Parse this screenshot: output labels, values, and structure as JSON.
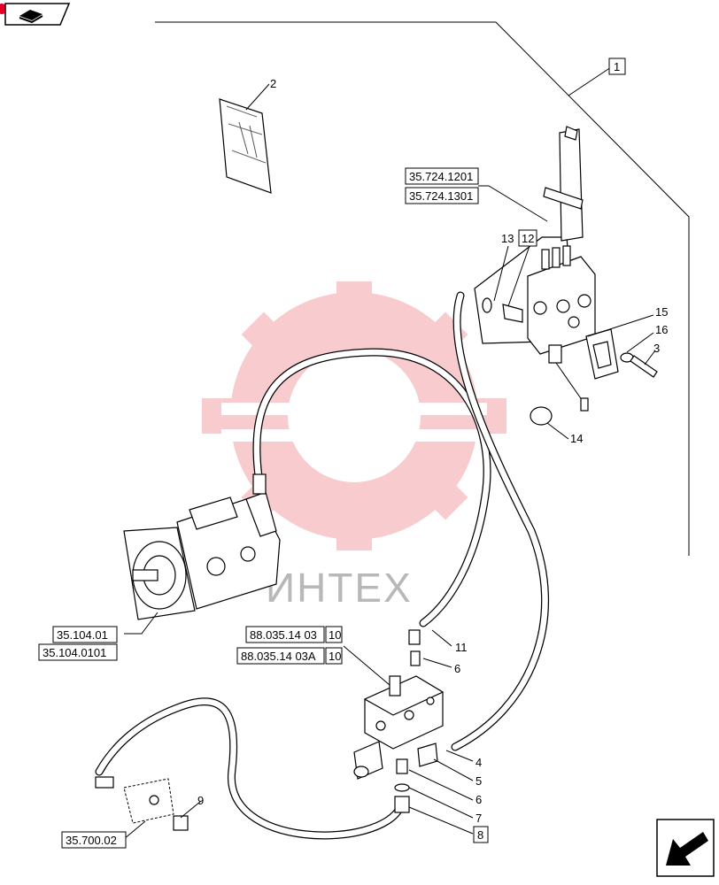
{
  "watermark": {
    "text": "ИНТЕХ",
    "gear_color": "#f4a3a8",
    "text_color": "#b8b8b8"
  },
  "ref_boxes": {
    "valve_1": "35.724.1201",
    "valve_2": "35.724.1301",
    "pump_1": "35.104.01",
    "pump_2": "35.104.0101",
    "kit_1": "88.035.14 03",
    "kit_2": "88.035.14 03A",
    "kit_qty_1": "10",
    "kit_qty_2": "10",
    "bracket": "35.700.02"
  },
  "callouts": {
    "c1": "1",
    "c2": "2",
    "c3": "3",
    "c4": "4",
    "c5": "5",
    "c6a": "6",
    "c6b": "6",
    "c7": "7",
    "c8": "8",
    "c9": "9",
    "c11": "11",
    "c12": "12",
    "c13": "13",
    "c14": "14",
    "c15": "15",
    "c16": "16"
  },
  "icons": {
    "top_left": "book-nav-icon",
    "bottom_right": "next-page-arrow-icon"
  },
  "colors": {
    "accent": "#e4002b"
  }
}
